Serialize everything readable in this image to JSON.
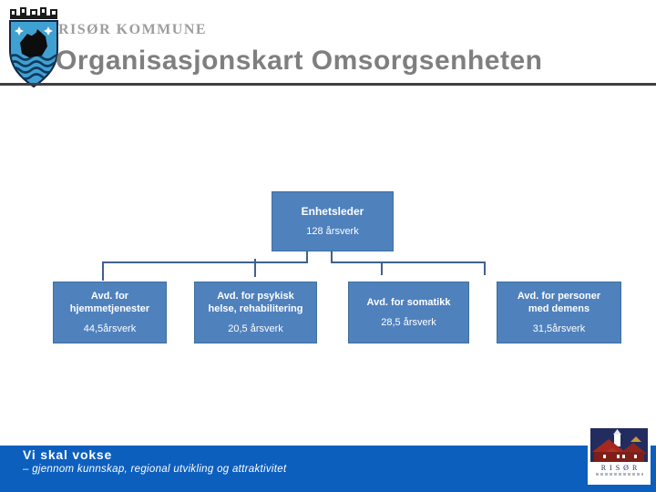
{
  "header": {
    "kommune": "RISØR KOMMUNE",
    "title": "Organisasjonskart Omsorgsenheten"
  },
  "org_chart": {
    "root": {
      "title": "Enhetsleder",
      "value": "128 årsverk"
    },
    "children": [
      {
        "title": "Avd. for\nhjemmetjenester",
        "value": "44,5årsverk"
      },
      {
        "title": "Avd. for psykisk\nhelse, rehabilitering",
        "value": "20,5 årsverk"
      },
      {
        "title": "Avd. for somatikk",
        "value": "28,5 årsverk"
      },
      {
        "title": "Avd. for personer\nmed demens",
        "value": "31,5årsverk"
      }
    ]
  },
  "footer": {
    "slogan": "Vi skal vokse",
    "tagline": "– gjennom kunnskap, regional utvikling og attraktivitet",
    "logo_word": "RISØR"
  },
  "colors": {
    "box_blue": "#4f81bd",
    "box_border": "#406f9d",
    "connector": "#40618f",
    "footer_band_blue": "#0d5fbe",
    "title_gray": "#7f7f7f",
    "kommune_gray": "#9d9d9d",
    "divider_dark": "#3f3f3f",
    "shield_light_blue": "#41a0d2",
    "logo_navy": "#232c5f",
    "logo_red": "#a5291f"
  }
}
